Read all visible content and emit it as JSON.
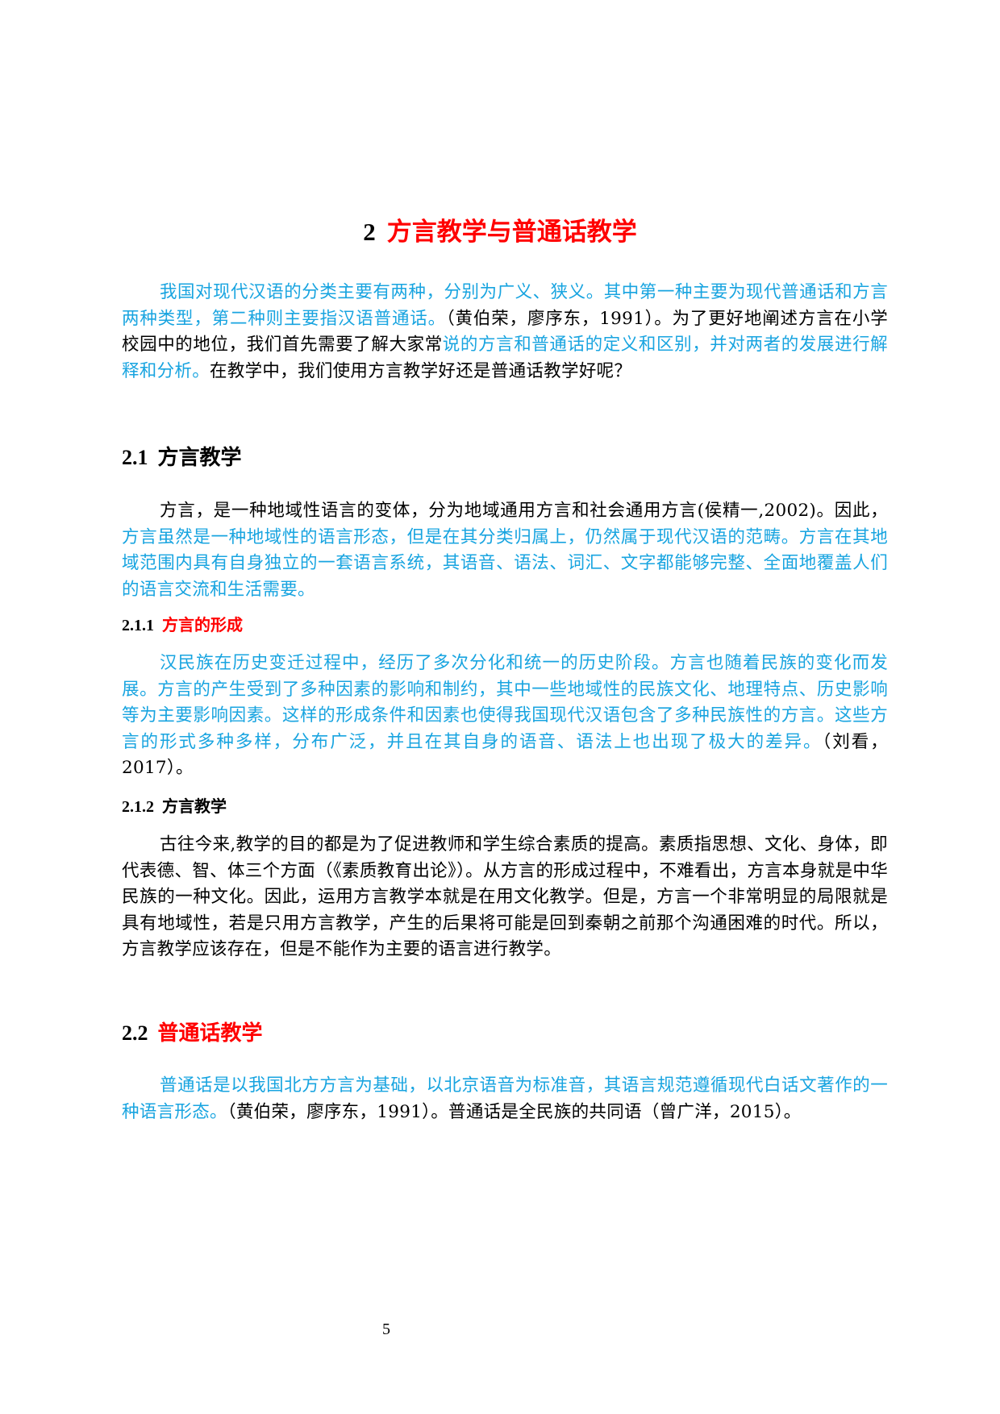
{
  "chapter": {
    "number": "2",
    "title": "方言教学与普通话教学"
  },
  "intro": {
    "segments": [
      {
        "text": "我国对现代汉语的分类主要有两种，分别为广义、狭义。其中第一种主要为现代普通话和方言两种类型，第二种则主要指汉语普通话。",
        "color": "blue"
      },
      {
        "text": "（黄伯荣，廖序东，1991）。为了更好地阐述方言在小学校园中的地位，我们首先需要了解大家常",
        "color": "black"
      },
      {
        "text": "说的方言和普通话的定义和区别，并对两者的发展进行解释和分析。",
        "color": "blue"
      },
      {
        "text": "在教学中，我们使用方言教学好还是普通话教学好呢？",
        "color": "black"
      }
    ]
  },
  "section_2_1": {
    "number": "2.1",
    "title": "方言教学",
    "segments": [
      {
        "text": "方言，是一种地域性语言的变体，分为地域通用方言和社会通用方言(侯精一,2002)。因此，",
        "color": "black"
      },
      {
        "text": "方言虽然是一种地域性的语言形态，但是在其分类归属上，仍然属于现代汉语的范畴。方言在其地域范围内具有自身独立的一套语言系统，其语音、语法、词汇、文字都能够完整、全面地覆盖人们的语言交流和生活需要。",
        "color": "blue"
      }
    ]
  },
  "section_2_1_1": {
    "number": "2.1.1",
    "title": "方言的形成",
    "segments": [
      {
        "text": "汉民族在历史变迁过程中，经历了多次分化和统一的历史阶段。方言也随着民族的变化而发展。方言的产生受到了多种因素的影响和制约，其中一些地域性的民族文化、地理特点、历史影响等为主要影响因素。这样的形成条件和因素也使得我国现代汉语包含了多种民族性的方言。这些方言的形式多种多样，分布广泛，并且在其自身的语音、语法上也出现了极大的差异。",
        "color": "blue"
      },
      {
        "text": "（刘看，2017）。",
        "color": "black"
      }
    ]
  },
  "section_2_1_2": {
    "number": "2.1.2",
    "title": "方言教学",
    "segments": [
      {
        "text": "古往今来,教学的目的都是为了促进教师和学生综合素质的提高。素质指思想、文化、身体，即代表德、智、体三个方面（《素质教育出论》）。从方言的形成过程中，不难看出，方言本身就是中华民族的一种文化。因此，运用方言教学本就是在用文化教学。但是，方言一个非常明显的局限就是具有地域性，若是只用方言教学，产生的后果将可能是回到秦朝之前那个沟通困难的时代。所以，方言教学应该存在，但是不能作为主要的语言进行教学。",
        "color": "black"
      }
    ]
  },
  "section_2_2": {
    "number": "2.2",
    "title": "普通话教学",
    "segments": [
      {
        "text": "普通话是以我国北方方言为基础，以北京语音为标准音，其语言规范遵循现代白话文著作的一种语言形态。",
        "color": "blue"
      },
      {
        "text": "（黄伯荣，廖序东，1991）。普通话是全民族的共同语（曾广洋，2015）。",
        "color": "black"
      }
    ]
  },
  "footer": {
    "page_number": "5"
  },
  "colors": {
    "heading_red": "#ff0000",
    "highlight_blue": "#18a4e0",
    "text_black": "#000000"
  }
}
